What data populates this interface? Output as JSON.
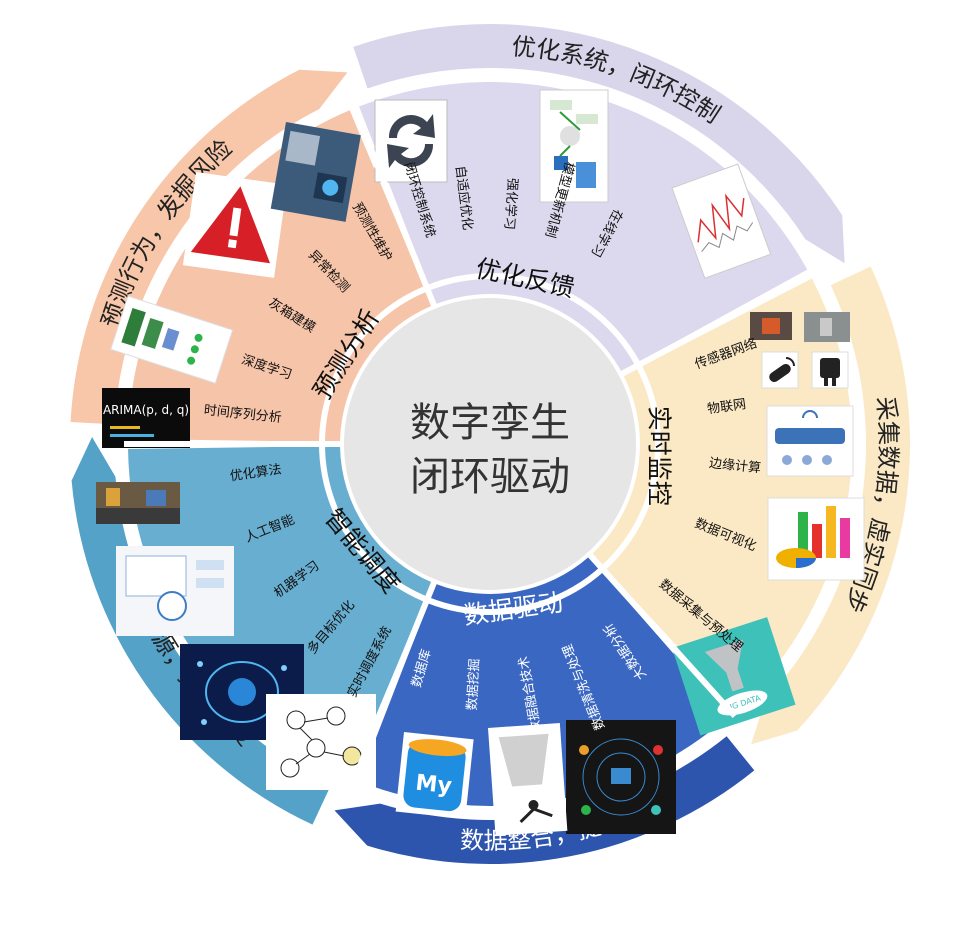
{
  "center": {
    "line1": "数字孪生",
    "line2": "闭环驱动"
  },
  "colors": {
    "feedback": "#dcd9ee",
    "feedback_outer": "#d9d6ec",
    "monitor": "#fbe8c4",
    "monitor_outer": "#fbe8c4",
    "data": "#3a67c2",
    "data_outer": "#2d55ad",
    "schedule": "#68aed0",
    "schedule_outer": "#55a2c9",
    "predict": "#f6c4a8",
    "predict_outer": "#f8c6a8",
    "center": "#e6e6e6"
  },
  "sectors": [
    {
      "key": "feedback",
      "outer_label": "优化系统，闭环控制",
      "title": "优化反馈",
      "items": [
        "闭环控制系统",
        "自适应优化",
        "强化学习",
        "模型更新机制",
        "在线学习"
      ],
      "images": [
        "refresh-icon",
        "flow-diagram-image",
        "line-chart-image"
      ]
    },
    {
      "key": "monitor",
      "outer_label": "采集数据，虚实同步",
      "title": "实时监控",
      "items": [
        "传感器网络",
        "物联网",
        "边缘计算",
        "数据可视化",
        "数据采集与预处理"
      ],
      "images": [
        "sensor-photo",
        "iot-device-icon",
        "edge-computing-diagram",
        "3d-chart-image"
      ]
    },
    {
      "key": "data",
      "outer_label": "数据整合，提供调度",
      "title": "数据驱动",
      "items": [
        "大数据分析",
        "数据清洗与处理",
        "数据融合技术",
        "数据挖掘",
        "数据库"
      ],
      "images": [
        "big-data-funnel-image",
        "data-network-image",
        "data-mining-image",
        "mysql-logo"
      ]
    },
    {
      "key": "schedule",
      "outer_label": "优化资源，提供调度",
      "title": "智能调度",
      "items": [
        "实时调度系统",
        "多目标优化",
        "机器学习",
        "人工智能",
        "优化算法"
      ],
      "images": [
        "traffic-photo",
        "optimization-diagram",
        "neural-brain-image",
        "graph-algorithm-image"
      ]
    },
    {
      "key": "predict",
      "outer_label": "预测行为，发掘风险",
      "title": "预测分析",
      "items": [
        "时间序列分析",
        "深度学习",
        "灰箱建模",
        "异常检测",
        "预测性维护"
      ],
      "images": [
        "arima-formula-image",
        "deep-network-image",
        "warning-icon",
        "maintenance-photo"
      ]
    }
  ],
  "arima": {
    "text": "ARIMA(p, d, q)"
  },
  "mysql": {
    "text": "My"
  },
  "bigdata": {
    "text": "BIG DATA"
  }
}
